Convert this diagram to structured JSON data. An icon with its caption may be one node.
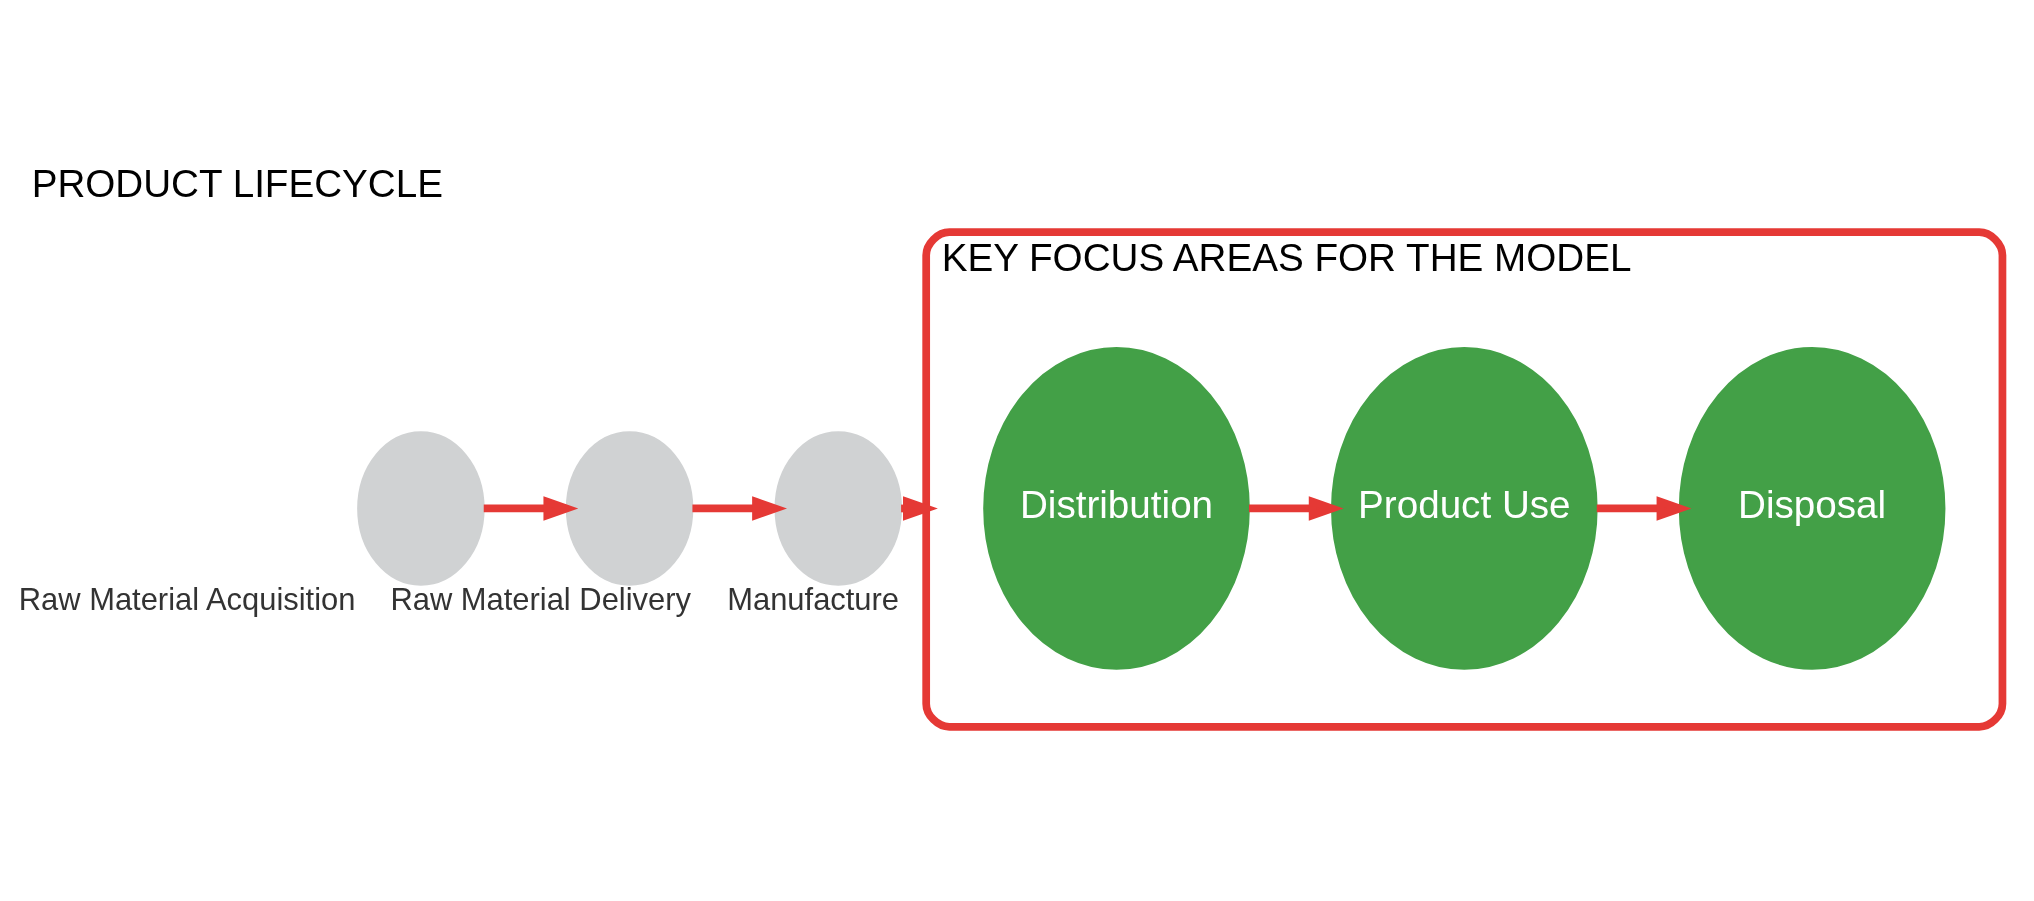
{
  "diagram": {
    "title": "PRODUCT LIFECYCLE",
    "nodes": [
      {
        "text": [
          "Raw Material Acquisition"
        ]
      },
      {
        "text": [
          "Raw Material Delivery"
        ]
      },
      {
        "text": [
          "Manufacture"
        ]
      },
      {
        "text": [
          "KEY FOCUS AREAS FOR THE MODEL"
        ]
      },
      {
        "text": [
          "Distribution"
        ],
        "in": 3
      },
      {
        "text": [
          "Product Use"
        ],
        "in": 3
      },
      {
        "text": [
          "Disposal"
        ],
        "in": 3
      }
    ],
    "edges": [
      {
        "from": 0,
        "to": 1,
        "arrow": "to"
      },
      {
        "from": 1,
        "to": 2,
        "arrow": "to"
      },
      {
        "from": 2,
        "to": 3,
        "arrow": "to"
      },
      {
        "from": 4,
        "to": 5,
        "arrow": "to"
      },
      {
        "from": 5,
        "to": 6,
        "arrow": "to"
      }
    ]
  }
}
